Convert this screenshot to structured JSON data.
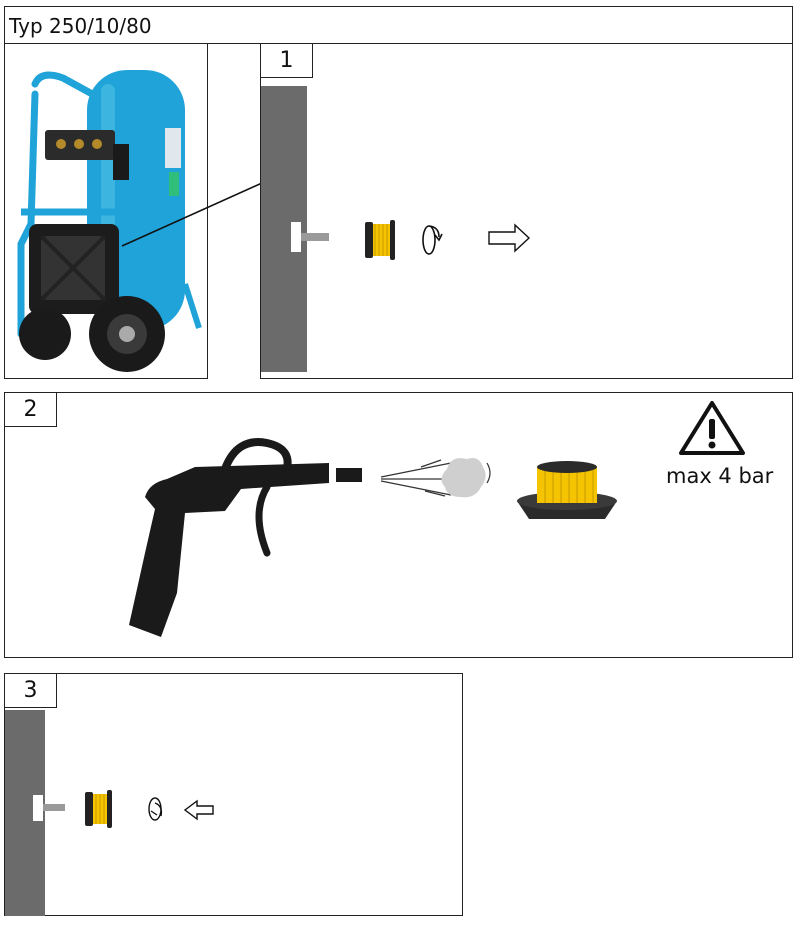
{
  "header": {
    "title": "Typ 250/10/80"
  },
  "panels": [
    {
      "number": "1"
    },
    {
      "number": "2"
    },
    {
      "number": "3"
    }
  ],
  "warning": {
    "text": "max 4 bar"
  },
  "colors": {
    "compressor_blue": "#1fa3d8",
    "filter_yellow": "#f5c400",
    "wall_gray": "#6b6b6b",
    "gun_black": "#1a1a1a"
  },
  "icons": [
    "compressor-image",
    "air-filter-icon",
    "filter-cover-icon",
    "rotate-arrow-icon",
    "arrow-right-icon",
    "arrow-left-icon",
    "air-blow-gun-icon",
    "warning-triangle-icon"
  ]
}
